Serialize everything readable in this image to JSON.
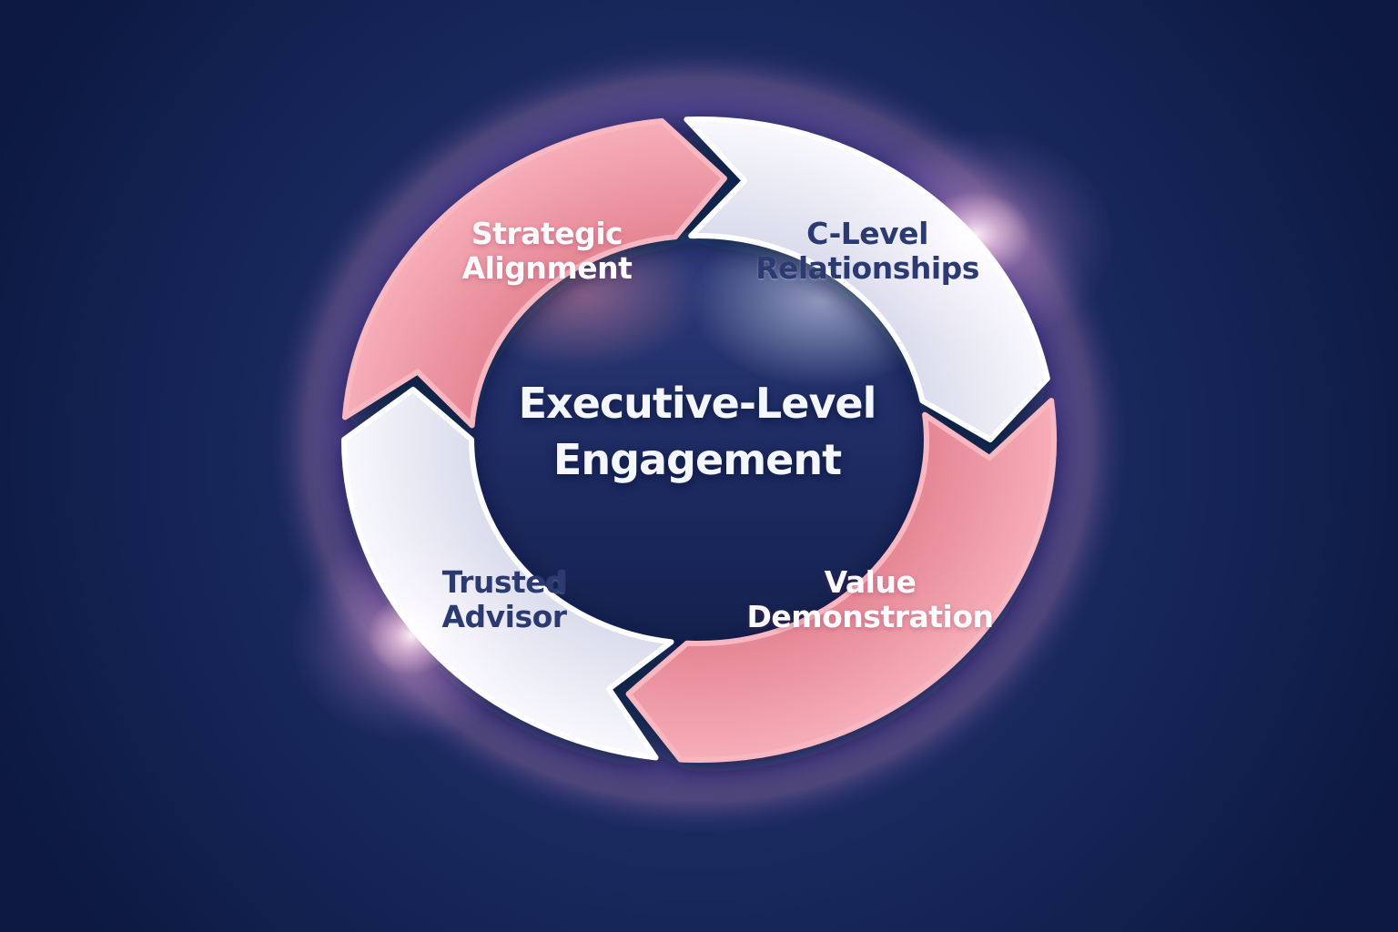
{
  "diagram": {
    "type": "cycle-diagram",
    "flow_direction": "clockwise",
    "title_lines": [
      "Executive-Level",
      "Engagement"
    ],
    "segments": [
      {
        "name": "strategic-alignment",
        "label_lines": [
          "Strategic",
          "Alignment"
        ],
        "style": "pink"
      },
      {
        "name": "c-level-relationships",
        "label_lines": [
          "C-Level",
          "Relationships"
        ],
        "style": "light"
      },
      {
        "name": "value-demonstration",
        "label_lines": [
          "Value",
          "Demonstration"
        ],
        "style": "pink"
      },
      {
        "name": "trusted-advisor",
        "label_lines": [
          "Trusted",
          "Advisor"
        ],
        "style": "light"
      }
    ],
    "colors": {
      "background_outer": "#0d1941",
      "background_mid": "#1a2a5f",
      "pink_fill_inner": "#e2808f",
      "pink_fill_outer": "#f6aeb8",
      "pink_stroke": "#f9b8c1",
      "light_fill_inner": "#d6d7e9",
      "light_fill_outer": "#f8f8fd",
      "light_stroke": "#ffffff",
      "navy_label_text": "#2b3a70",
      "white_label_text": "#fdfcff",
      "title_text": "#f5f7ff",
      "inner_disc_top": "#2d3c7a",
      "inner_disc_bottom": "#13204e",
      "glow_purple": "#8d5ec4",
      "glow_pink": "#ff9fc0"
    }
  }
}
